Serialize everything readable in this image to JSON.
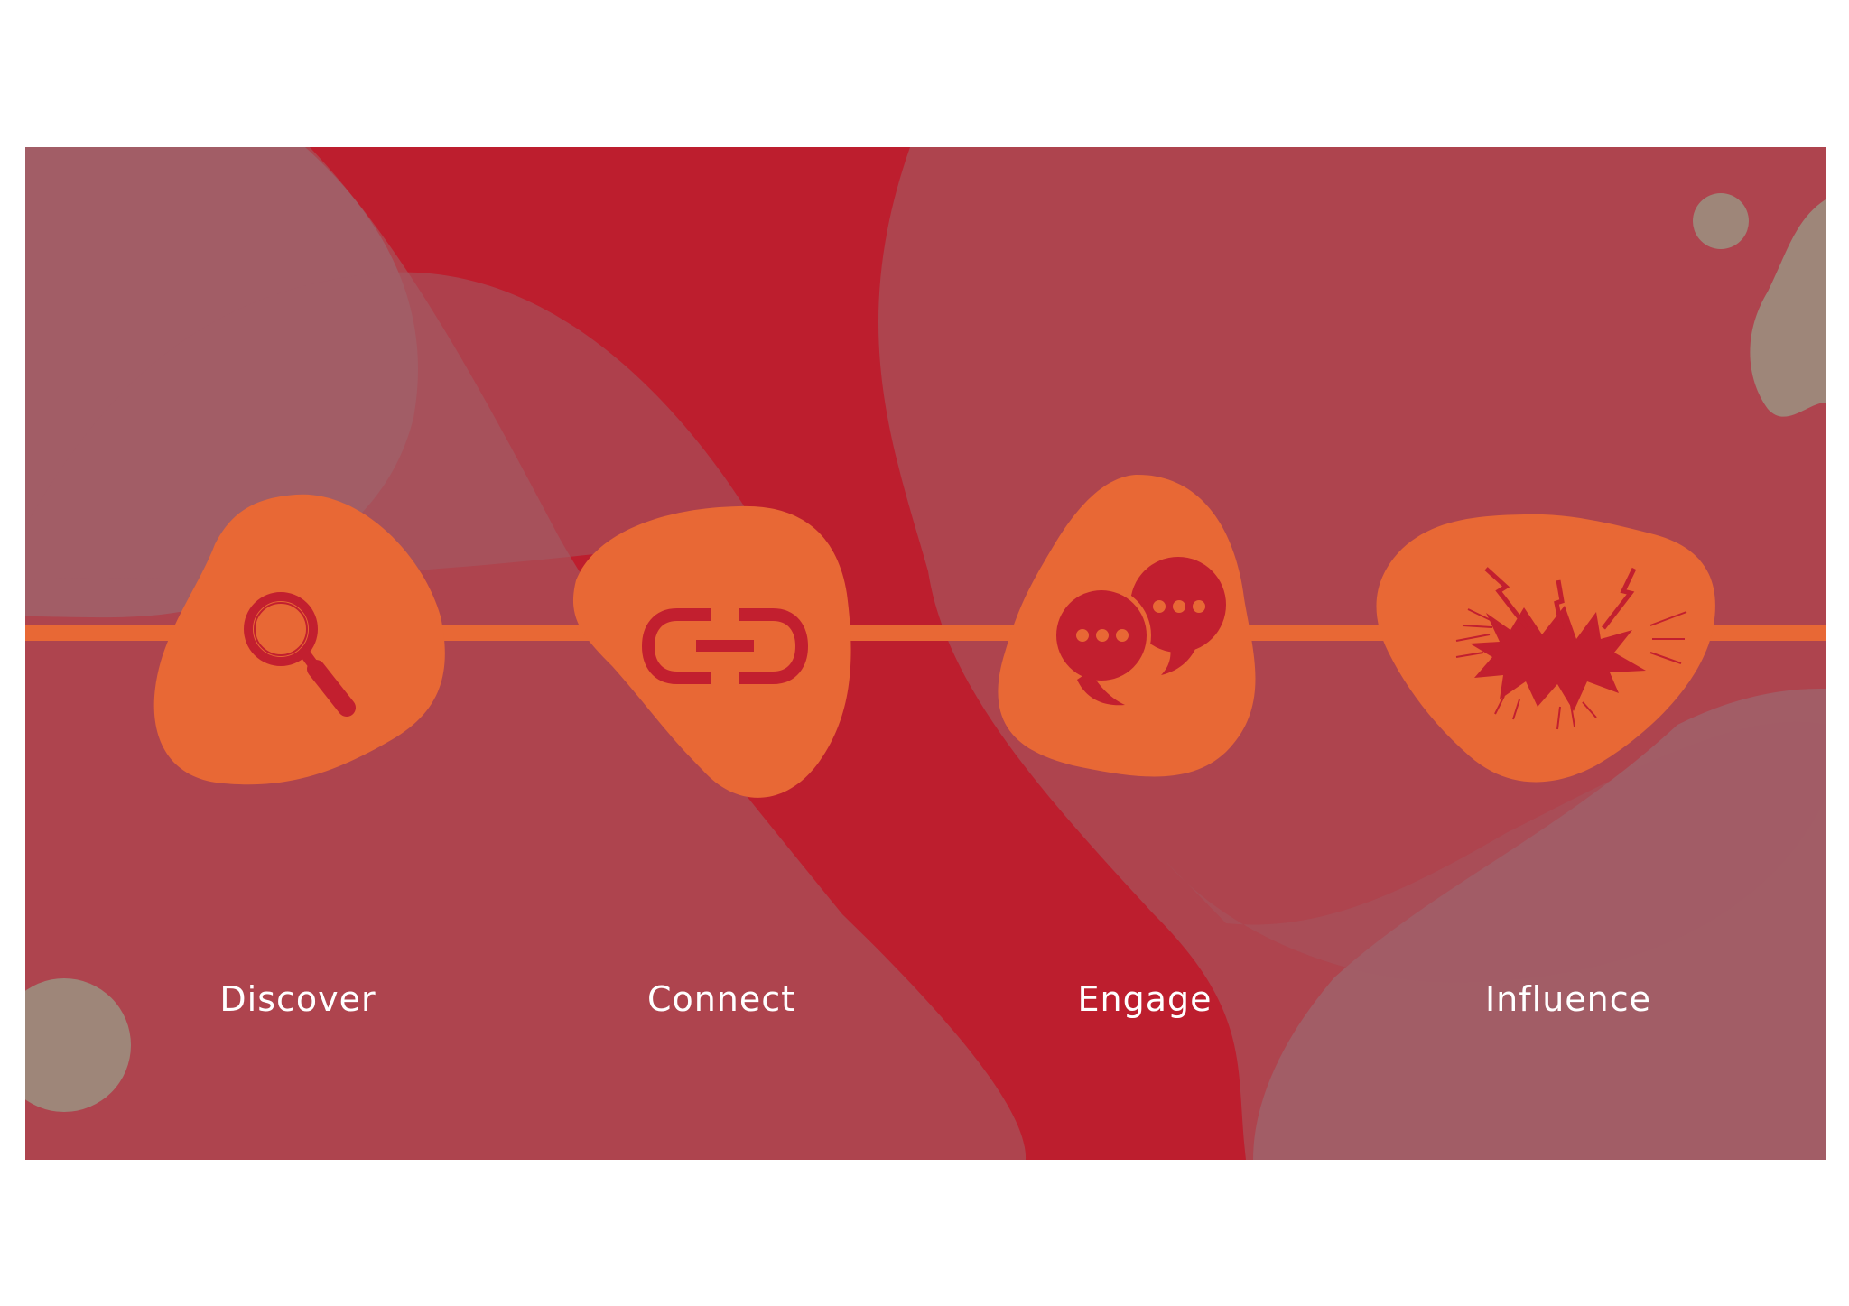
{
  "colors": {
    "page_bg": "#ffffff",
    "base_red": "#bd1e2e",
    "translucent_rose": "#ae444e",
    "mauve_blob": "#a25d66",
    "taupe_dot": "#9e8679",
    "orange": "#e86835",
    "icon_red": "#c21f2f",
    "label_text": "#ffffff"
  },
  "steps": [
    {
      "label": "Discover",
      "icon": "magnifying-glass-icon"
    },
    {
      "label": "Connect",
      "icon": "chain-link-icon"
    },
    {
      "label": "Engage",
      "icon": "speech-bubbles-icon"
    },
    {
      "label": "Influence",
      "icon": "explosion-burst-icon"
    }
  ]
}
